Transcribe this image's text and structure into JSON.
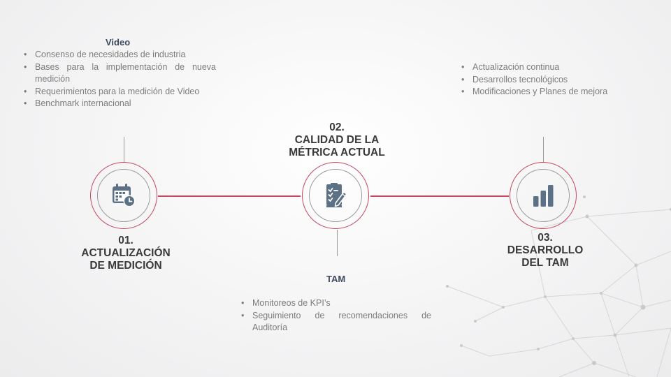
{
  "video": {
    "title": "Video",
    "items": [
      "Consenso de necesidades de industria",
      "Bases para la implementación de nueva medición",
      "Requerimientos para la medición de Video",
      "Benchmark internacional"
    ]
  },
  "tam": {
    "title": "TAM",
    "items": [
      "Monitoreos de KPI’s",
      "Seguimiento de recomendaciones de Auditoría"
    ]
  },
  "right_list": {
    "items": [
      "Actualización continua",
      "Desarrollos tecnológicos",
      "Modificaciones y Planes de mejora"
    ]
  },
  "steps": [
    {
      "number": "01.",
      "line1": "ACTUALIZACIÓN",
      "line2": "DE MEDICIÓN",
      "icon": "calendar-clock-icon"
    },
    {
      "number": "02.",
      "line1": "CALIDAD DE LA",
      "line2": "MÉTRICA ACTUAL",
      "icon": "checklist-pen-icon"
    },
    {
      "number": "03.",
      "line1": "DESARROLLO",
      "line2": "DEL TAM",
      "icon": "bar-chart-icon"
    }
  ],
  "colors": {
    "accent_line": "#c8465e",
    "icon": "#5d7186",
    "heading": "#3a3a3a",
    "body_text": "#7c7c7c"
  }
}
